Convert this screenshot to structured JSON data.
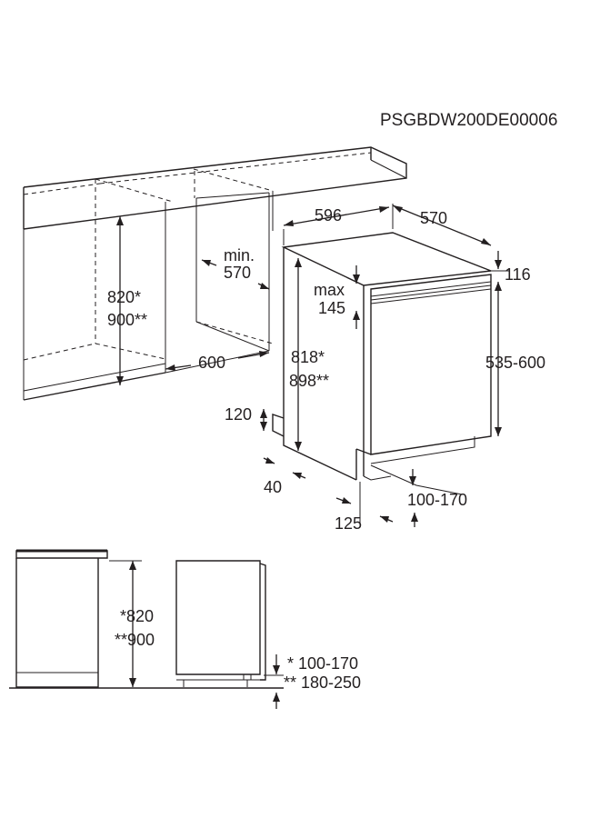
{
  "document_code": "PSGBDW200DE00006",
  "dimensions": {
    "width": "596",
    "depth": "570",
    "top_offset": "116",
    "panel_height": "535-600",
    "gap_max_1": "max",
    "gap_max_2": "145",
    "appliance_height_1": "818*",
    "appliance_height_2": "898**",
    "niche_height_1": "820*",
    "niche_height_2": "900**",
    "niche_width_1": "min.",
    "niche_width_2": "570",
    "niche_depth": "600",
    "plinth_height": "120",
    "plinth_recess": "40",
    "plinth_range": "100-170",
    "plinth_depth": "125"
  },
  "side_view": {
    "height_1": "*820",
    "height_2": "**900",
    "plinth_1": "* 100-170",
    "plinth_2": "** 180-250"
  }
}
